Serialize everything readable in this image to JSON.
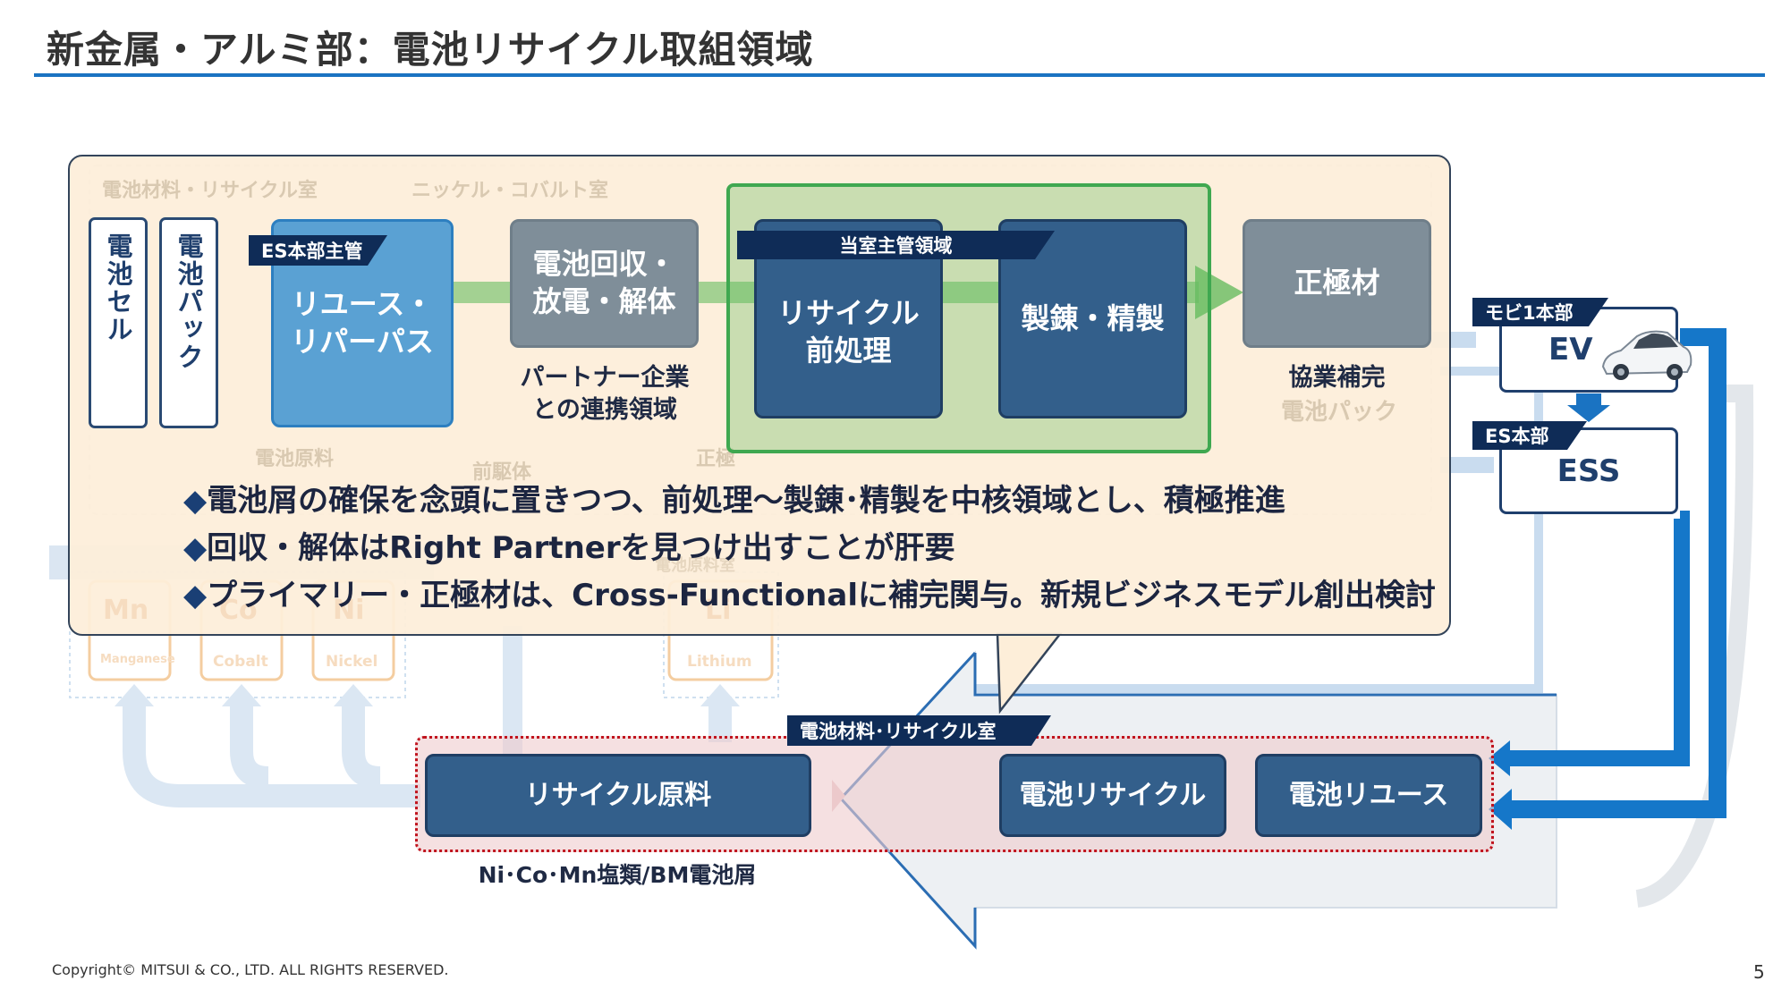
{
  "title": "新金属・アルミ部：電池リサイクル取組領域",
  "flow": {
    "cell": "電池セル",
    "pack": "電池パック",
    "reuse_tag": "ES本部主管",
    "reuse": "リユース・\nリパーパス",
    "collect": "電池回収・\n放電・解体",
    "collect_note": "パートナー企業\nとの連携領域",
    "own_tag": "当室主管領域",
    "pretreat": "リサイクル\n前処理",
    "refine": "製錬・精製",
    "cathode": "正極材",
    "cathode_note": "協業補完"
  },
  "bullets": [
    "電池屑の確保を念頭に置きつつ、前処理～製錬･精製を中核領域とし、積極推進",
    "回収・解体はRight Partnerを見つけ出すことが肝要",
    "プライマリー・正極材は、Cross-Functionalに補完関与。新規ビジネスモデル創出検討"
  ],
  "bullet_mark": "◆",
  "right": {
    "ev_tag": "モビ1本部",
    "ev": "EV",
    "ess_tag": "ES本部",
    "ess": "ESS"
  },
  "bottom": {
    "tag": "電池材料･リサイクル室",
    "raw": "リサイクル原料",
    "recycle": "電池リサイクル",
    "reuse": "電池リユース",
    "raw_note": "Ni･Co･Mn塩類/BM電池屑"
  },
  "background_labels": [
    "電池材料・リサイクル室",
    "ニッケル・コバルト室",
    "電池原料",
    "前駆体",
    "正極",
    "電池原料室",
    "電池パック",
    "Mn",
    "Co",
    "Ni",
    "Li",
    "Manganese",
    "Cobalt",
    "Nickel",
    "Lithium"
  ],
  "footer": "Copyright© MITSUI & CO., LTD. ALL RIGHTS RESERVED.",
  "page_number": "5",
  "colors": {
    "accent_blue": "#1a73c2",
    "navy": "#335f8b",
    "green": "#3fa850",
    "callout_bg": "#fdeed9",
    "red_dotted": "#c0141e"
  }
}
